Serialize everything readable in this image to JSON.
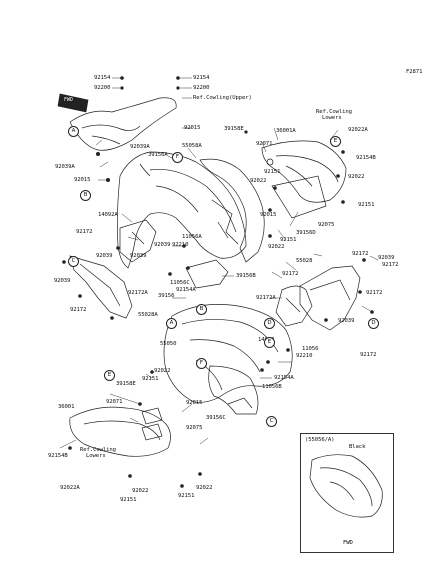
{
  "diagram_code": "F2871",
  "parts": {
    "p92154_top": "92154",
    "p92200_top": "92200",
    "p92154_a": "92154",
    "p92200_a": "92200",
    "ref_cowling_upper": "Ref.Cowling(Upper)",
    "p92015_a": "92015",
    "p39158e_a": "39158E",
    "p55058a": "55058A",
    "p39156a": "39156A",
    "p92039a_a": "92039A",
    "p92039a_b": "92039A",
    "p92015_b": "92015",
    "ref_cowling_lowers_a": "Ref.Cowling",
    "ref_cowling_lowers_a2": "Lowers",
    "p92022a_a": "92022A",
    "p36001a": "36001A",
    "p92154b_a": "92154B",
    "p92071_a": "92071",
    "p92022_a": "92022",
    "p92151_a": "92151",
    "p92022_b": "92022",
    "p92015_c": "92015",
    "p92151_b": "92151",
    "p92075_a": "92075",
    "p14092a": "14092A",
    "p11056a": "11056A",
    "p92172_a": "92172",
    "p92039_a": "92039",
    "p92210_a": "92210",
    "p92151_c": "92151",
    "p39156d": "39156D",
    "p92022_c": "92022",
    "p92039_b": "92039",
    "p92172_b": "92172",
    "p55028": "55028",
    "p92039_c": "92039",
    "p11056c": "11056C",
    "p39156b": "39156B",
    "p92172_c": "92172",
    "p92172a_a": "92172A",
    "p92154a_a": "92154A",
    "p92172_d": "92172",
    "p92039_d": "92039",
    "p55028a": "55028A",
    "p92172_e": "92172",
    "p39156": "39156",
    "p92172a_b": "92172A",
    "p92172_f": "92172",
    "p14092": "14092",
    "p92039_e": "92039",
    "p55050": "55050",
    "p92039_f": "92039",
    "p92172_g": "92172",
    "p92210_b": "92210",
    "p11056": "11056",
    "p92151_d": "92151",
    "p92022_d": "92022",
    "p92154a_b": "92154A",
    "p11056b": "11056B",
    "p39158e_b": "39158E",
    "p36001": "36001",
    "p92071_b": "92071",
    "p92015_d": "92015",
    "p39156c": "39156C",
    "p92075_b": "92075",
    "p92154b_b": "92154B",
    "ref_cowling_lowers_b": "Ref.Cowling",
    "ref_cowling_lowers_b2": "Lowers",
    "p92022a_b": "92022A",
    "p92022_e": "92022",
    "p92151_e": "92151",
    "p92151_f": "92151",
    "p92022_f": "92022"
  },
  "callouts": {
    "A": "A",
    "B": "B",
    "C": "C",
    "D": "D",
    "E": "E",
    "F": "F"
  },
  "inset": {
    "title": "(55056/A)",
    "label": "Black",
    "direction": "FWD"
  },
  "fwd_tag": "FWD"
}
